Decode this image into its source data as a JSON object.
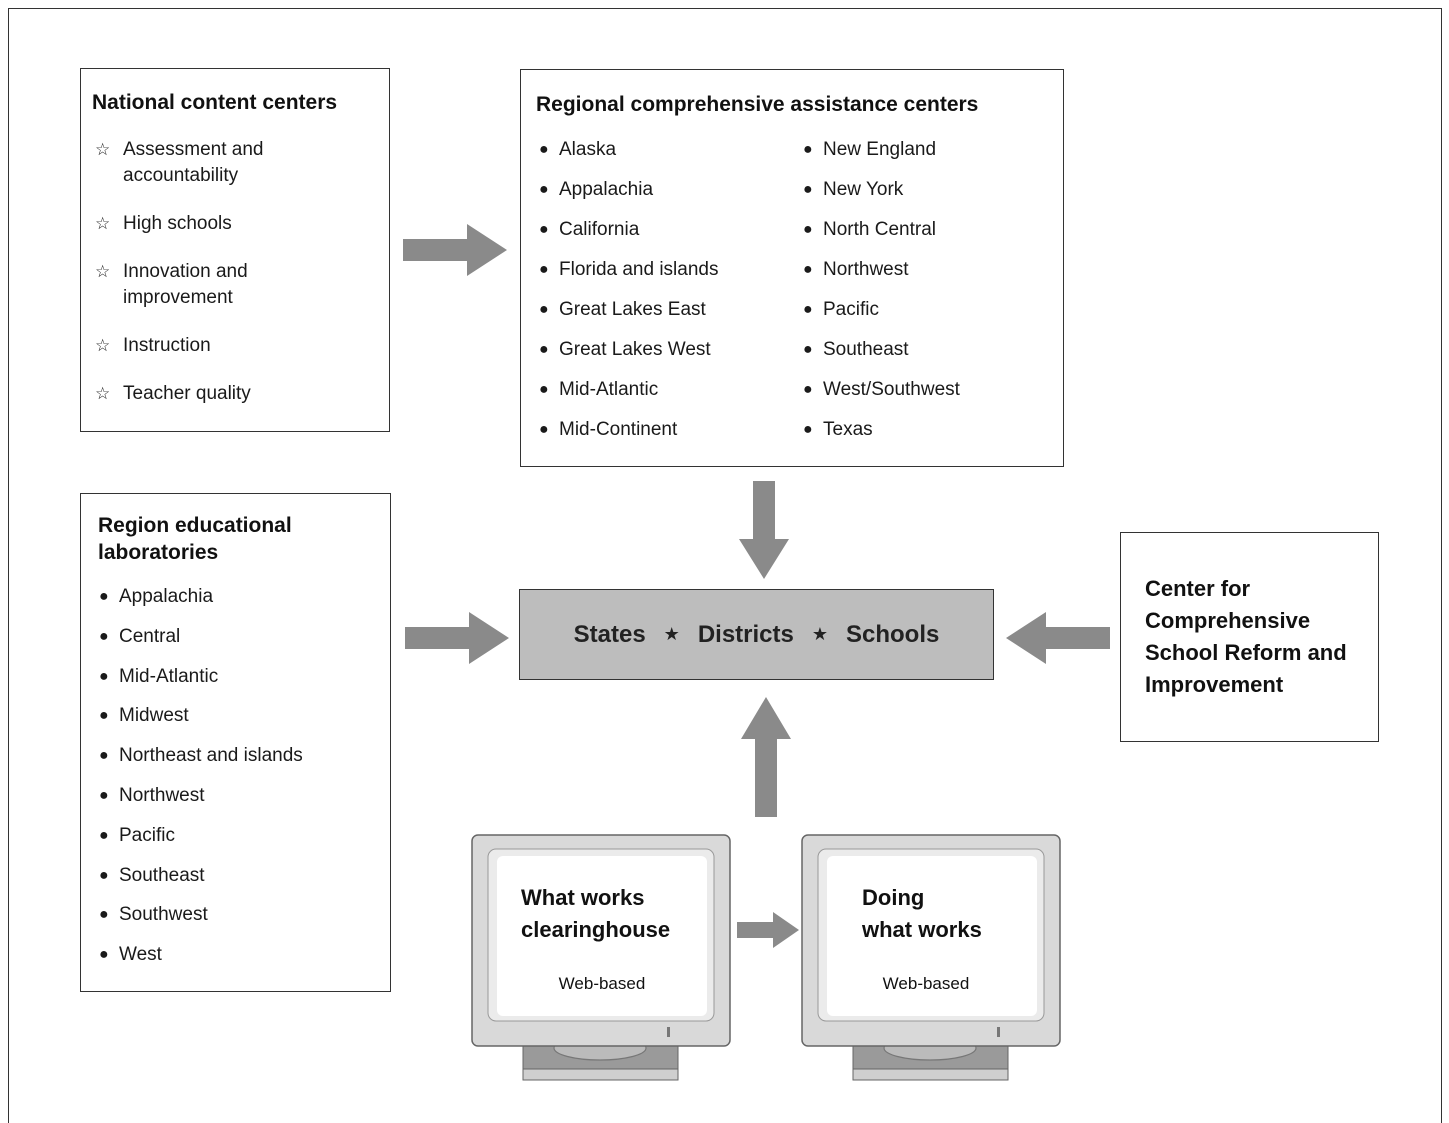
{
  "national": {
    "title": "National content centers",
    "items": [
      "Assessment and accountability",
      "High schools",
      "Innovation and improvement",
      "Instruction",
      "Teacher quality"
    ]
  },
  "regional": {
    "title": "Regional comprehensive assistance centers",
    "col1": [
      "Alaska",
      "Appalachia",
      "California",
      "Florida and islands",
      "Great Lakes East",
      "Great Lakes West",
      "Mid-Atlantic",
      "Mid-Continent"
    ],
    "col2": [
      "New England",
      "New York",
      "North Central",
      "Northwest",
      "Pacific",
      "Southeast",
      "West/Southwest",
      "Texas"
    ]
  },
  "labs": {
    "title": "Region educational laboratories",
    "items": [
      "Appalachia",
      "Central",
      "Mid-Atlantic",
      "Midwest",
      "Northeast and islands",
      "Northwest",
      "Pacific",
      "Southeast",
      "Southwest",
      "West"
    ]
  },
  "states": {
    "item1": "States",
    "item2": "Districts",
    "item3": "Schools"
  },
  "center": {
    "title": "Center for Comprehensive School Reform and Improvement"
  },
  "monitors": [
    {
      "title_line1": "What works",
      "title_line2": "clearinghouse",
      "subtitle": "Web-based"
    },
    {
      "title_line1": "Doing",
      "title_line2": "what works",
      "subtitle": "Web-based"
    }
  ],
  "colors": {
    "arrow": "#8a8a8a",
    "states_fill": "#bdbdbd",
    "border": "#333333"
  },
  "icons": {
    "list_star": "outline-star-icon",
    "bullet": "bullet-icon",
    "separator_star": "solid-star-icon",
    "arrow": "arrow-icon",
    "monitor": "computer-monitor-icon"
  }
}
